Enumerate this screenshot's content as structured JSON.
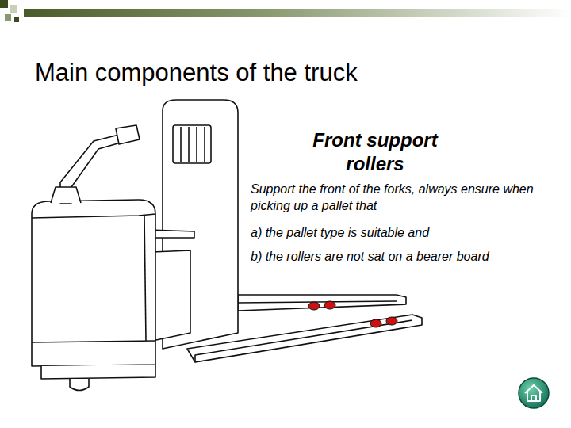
{
  "diagram": {
    "title": "Main components of the truck",
    "labels": [
      "Front support rollers",
      "Support the front of the forks, always ensure when picking up a pallet that",
      "a) the pallet type is suitable and",
      "b) the rollers are not sat on a bearer board"
    ]
  }
}
